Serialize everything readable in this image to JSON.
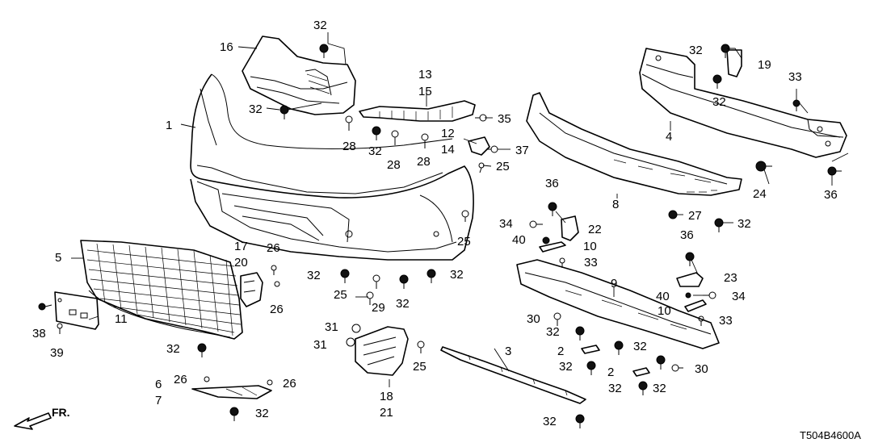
{
  "diagram_code": "T504B4600A",
  "direction_label": "FR.",
  "callouts": [
    {
      "id": "c1",
      "text": "1"
    },
    {
      "id": "c2a",
      "text": "2"
    },
    {
      "id": "c2b",
      "text": "2"
    },
    {
      "id": "c3",
      "text": "3"
    },
    {
      "id": "c4",
      "text": "4"
    },
    {
      "id": "c5",
      "text": "5"
    },
    {
      "id": "c6",
      "text": "6"
    },
    {
      "id": "c7",
      "text": "7"
    },
    {
      "id": "c8",
      "text": "8"
    },
    {
      "id": "c9",
      "text": "9"
    },
    {
      "id": "c10a",
      "text": "10"
    },
    {
      "id": "c10b",
      "text": "10"
    },
    {
      "id": "c11",
      "text": "11"
    },
    {
      "id": "c12",
      "text": "12"
    },
    {
      "id": "c13",
      "text": "13"
    },
    {
      "id": "c14",
      "text": "14"
    },
    {
      "id": "c15",
      "text": "15"
    },
    {
      "id": "c16",
      "text": "16"
    },
    {
      "id": "c17",
      "text": "17"
    },
    {
      "id": "c18",
      "text": "18"
    },
    {
      "id": "c19",
      "text": "19"
    },
    {
      "id": "c20",
      "text": "20"
    },
    {
      "id": "c21",
      "text": "21"
    },
    {
      "id": "c22",
      "text": "22"
    },
    {
      "id": "c23",
      "text": "23"
    },
    {
      "id": "c24",
      "text": "24"
    },
    {
      "id": "c25a",
      "text": "25"
    },
    {
      "id": "c25b",
      "text": "25"
    },
    {
      "id": "c25c",
      "text": "25"
    },
    {
      "id": "c25d",
      "text": "25"
    },
    {
      "id": "c26a",
      "text": "26"
    },
    {
      "id": "c26b",
      "text": "26"
    },
    {
      "id": "c26c",
      "text": "26"
    },
    {
      "id": "c26d",
      "text": "26"
    },
    {
      "id": "c27",
      "text": "27"
    },
    {
      "id": "c28a",
      "text": "28"
    },
    {
      "id": "c28b",
      "text": "28"
    },
    {
      "id": "c28c",
      "text": "28"
    },
    {
      "id": "c29",
      "text": "29"
    },
    {
      "id": "c30a",
      "text": "30"
    },
    {
      "id": "c30b",
      "text": "30"
    },
    {
      "id": "c31a",
      "text": "31"
    },
    {
      "id": "c31b",
      "text": "31"
    },
    {
      "id": "c32a",
      "text": "32"
    },
    {
      "id": "c32b",
      "text": "32"
    },
    {
      "id": "c32c",
      "text": "32"
    },
    {
      "id": "c32d",
      "text": "32"
    },
    {
      "id": "c32e",
      "text": "32"
    },
    {
      "id": "c32f",
      "text": "32"
    },
    {
      "id": "c32g",
      "text": "32"
    },
    {
      "id": "c32h",
      "text": "32"
    },
    {
      "id": "c32i",
      "text": "32"
    },
    {
      "id": "c32j",
      "text": "32"
    },
    {
      "id": "c32k",
      "text": "32"
    },
    {
      "id": "c32l",
      "text": "32"
    },
    {
      "id": "c32m",
      "text": "32"
    },
    {
      "id": "c32n",
      "text": "32"
    },
    {
      "id": "c32o",
      "text": "32"
    },
    {
      "id": "c32p",
      "text": "32"
    },
    {
      "id": "c32q",
      "text": "32"
    },
    {
      "id": "c32r",
      "text": "32"
    },
    {
      "id": "c33a",
      "text": "33"
    },
    {
      "id": "c33b",
      "text": "33"
    },
    {
      "id": "c33c",
      "text": "33"
    },
    {
      "id": "c34a",
      "text": "34"
    },
    {
      "id": "c34b",
      "text": "34"
    },
    {
      "id": "c35",
      "text": "35"
    },
    {
      "id": "c36a",
      "text": "36"
    },
    {
      "id": "c36b",
      "text": "36"
    },
    {
      "id": "c36c",
      "text": "36"
    },
    {
      "id": "c37",
      "text": "37"
    },
    {
      "id": "c38",
      "text": "38"
    },
    {
      "id": "c39",
      "text": "39"
    },
    {
      "id": "c40a",
      "text": "40"
    },
    {
      "id": "c40b",
      "text": "40"
    }
  ]
}
